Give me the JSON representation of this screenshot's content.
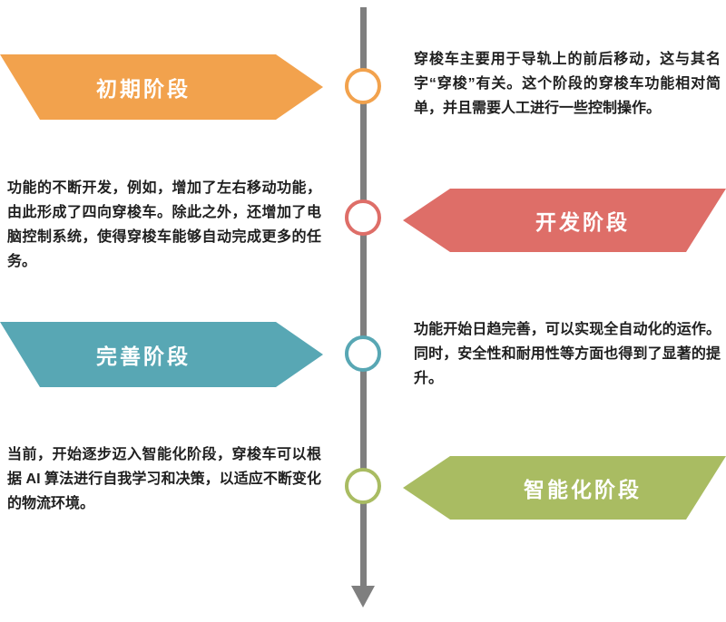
{
  "diagram": {
    "timeline_color": "#7f7f7f",
    "stages": [
      {
        "label": "初期阶段",
        "side": "left",
        "color": "#f2a24d",
        "description": "穿梭车主要用于导轨上的前后移动，这与其名字“穿梭”有关。这个阶段的穿梭车功能相对简单，并且需要人工进行一些控制操作。"
      },
      {
        "label": "开发阶段",
        "side": "right",
        "color": "#de6e68",
        "description": "功能的不断开发，例如，增加了左右移动功能，由此形成了四向穿梭车。除此之外，还增加了电脑控制系统，使得穿梭车能够自动完成更多的任务。"
      },
      {
        "label": "完善阶段",
        "side": "left",
        "color": "#58a7b4",
        "description": "功能开始日趋完善，可以实现全自动化的运作。同时，安全性和耐用性等方面也得到了显著的提升。"
      },
      {
        "label": "智能化阶段",
        "side": "right",
        "color": "#a9bc62",
        "description": "当前，开始逐步迈入智能化阶段，穿梭车可以根据 AI 算法进行自我学习和决策，以适应不断变化的物流环境。"
      }
    ]
  }
}
